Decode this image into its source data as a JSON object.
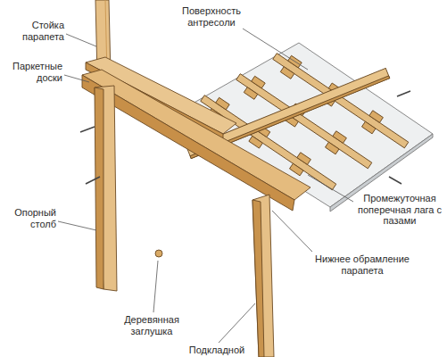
{
  "diagram": {
    "labels": [
      "Стойка парапета",
      "Поверхность антресоли",
      "Паркетные доски",
      "Промежуточная поперечная лага с пазами",
      "Опорный столб",
      "Нижнее обрамление парапета",
      "Деревянная заглушка",
      "Подкладной"
    ]
  }
}
